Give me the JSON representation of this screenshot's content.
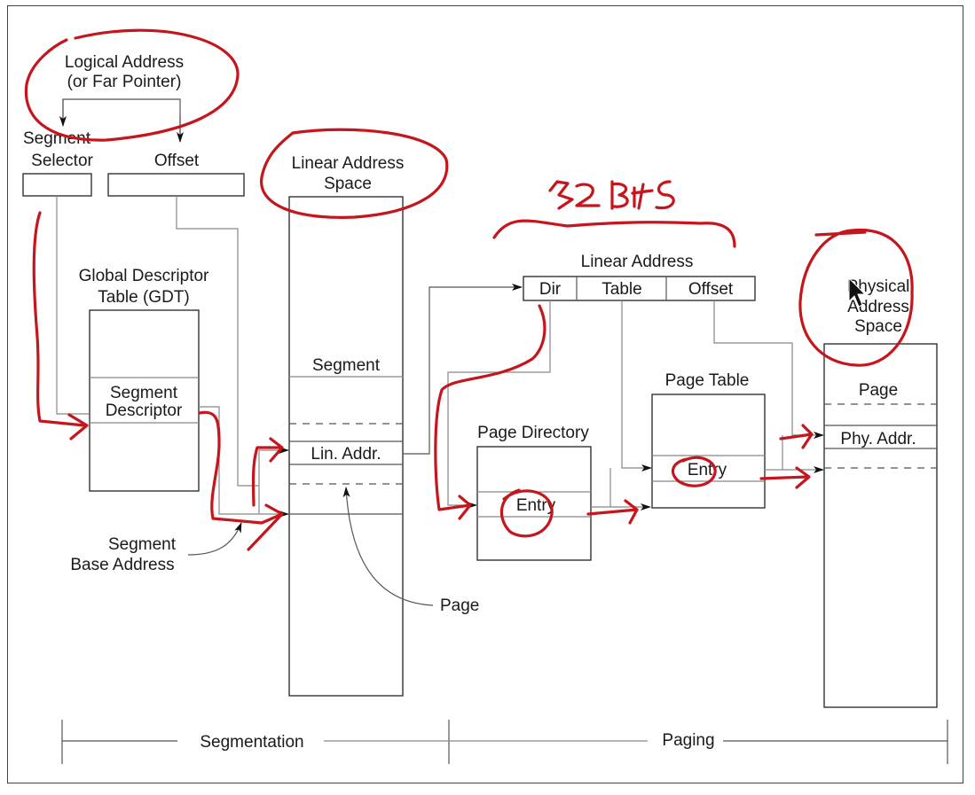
{
  "diagram": {
    "logical_address": {
      "line1": "Logical Address",
      "line2": "(or Far Pointer)"
    },
    "segment_selector": {
      "line1": "Segment",
      "line2": "Selector"
    },
    "offset": "Offset",
    "linear_address_space": {
      "line1": "Linear Address",
      "line2": "Space"
    },
    "gdt": {
      "line1": "Global Descriptor",
      "line2": "Table (GDT)"
    },
    "segment_descriptor": {
      "line1": "Segment",
      "line2": "Descriptor"
    },
    "segment": "Segment",
    "lin_addr": "Lin. Addr.",
    "segment_base_address": {
      "line1": "Segment",
      "line2": "Base Address"
    },
    "page_pointer": "Page",
    "linear_address": {
      "title": "Linear Address",
      "fields": [
        "Dir",
        "Table",
        "Offset"
      ]
    },
    "page_directory": {
      "title": "Page Directory",
      "entry": "Entry"
    },
    "page_table": {
      "title": "Page Table",
      "entry": "Entry"
    },
    "physical_address_space": {
      "line1": "Physical",
      "line2": "Address",
      "line3": "Space"
    },
    "page": "Page",
    "phy_addr": "Phy. Addr.",
    "footer": {
      "segmentation": "Segmentation",
      "paging": "Paging"
    }
  },
  "annotations": {
    "handwritten_note": "32 Bits",
    "ink_color": "#c4161c"
  }
}
